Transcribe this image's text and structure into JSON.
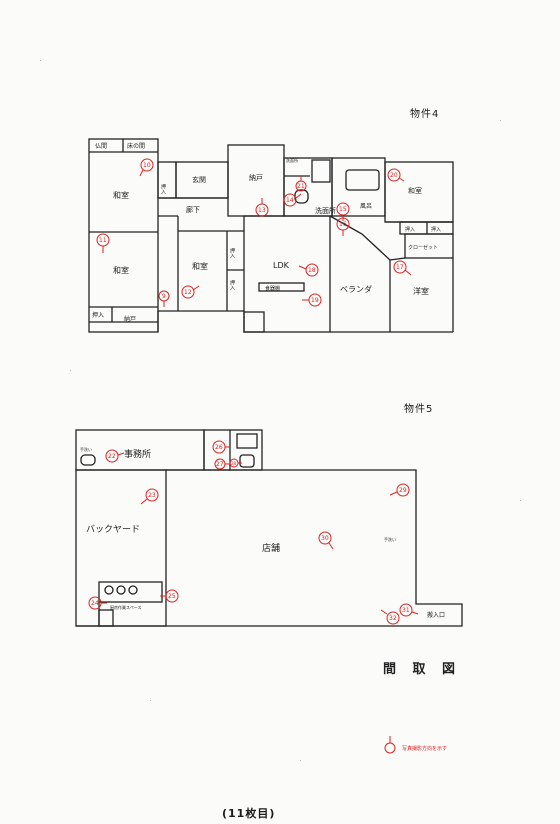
{
  "property4": {
    "title": "物件4",
    "rooms": {
      "butsuma": "仏間",
      "tokonoma": "床の間",
      "washitsu_nw": "和室",
      "oshiire_v1": "押入",
      "genkan": "玄関",
      "nando_top": "納戸",
      "rouka": "廊下",
      "washitsu_w": "和室",
      "washitsu_c": "和室",
      "oshiire_v2": "押入",
      "oshiire_v3": "押入",
      "ldk": "LDK",
      "shokudou": "食器棚",
      "senmenjo_small": "洗面所",
      "senmenjo": "洗面所",
      "furo": "風呂",
      "washitsu_e": "和室",
      "oshiire_e1": "押入",
      "oshiire_e2": "押入",
      "closet": "クローゼット",
      "veranda": "ベランダ",
      "youshitsu": "洋室",
      "oshiire_sw": "押入",
      "nando_sw": "納戸"
    },
    "cameras": [
      "10",
      "11",
      "12",
      "13",
      "14",
      "15",
      "16",
      "17",
      "18",
      "19",
      "20",
      "21",
      "9"
    ]
  },
  "property5": {
    "title": "物件5",
    "rooms": {
      "office": "事務所",
      "backyard": "バックヤード",
      "store": "店舗",
      "workspace": "厨房作業スペース",
      "shutter": "搬入口",
      "sink_office": "手洗い",
      "sink_store": "手洗い"
    },
    "cameras": [
      "22",
      "23",
      "24",
      "25",
      "26",
      "27",
      "28",
      "29",
      "30",
      "31",
      "32"
    ]
  },
  "heading": "間 取 図",
  "legend_text": "写真撮影方向を示す",
  "page_label": "(11枚目)"
}
